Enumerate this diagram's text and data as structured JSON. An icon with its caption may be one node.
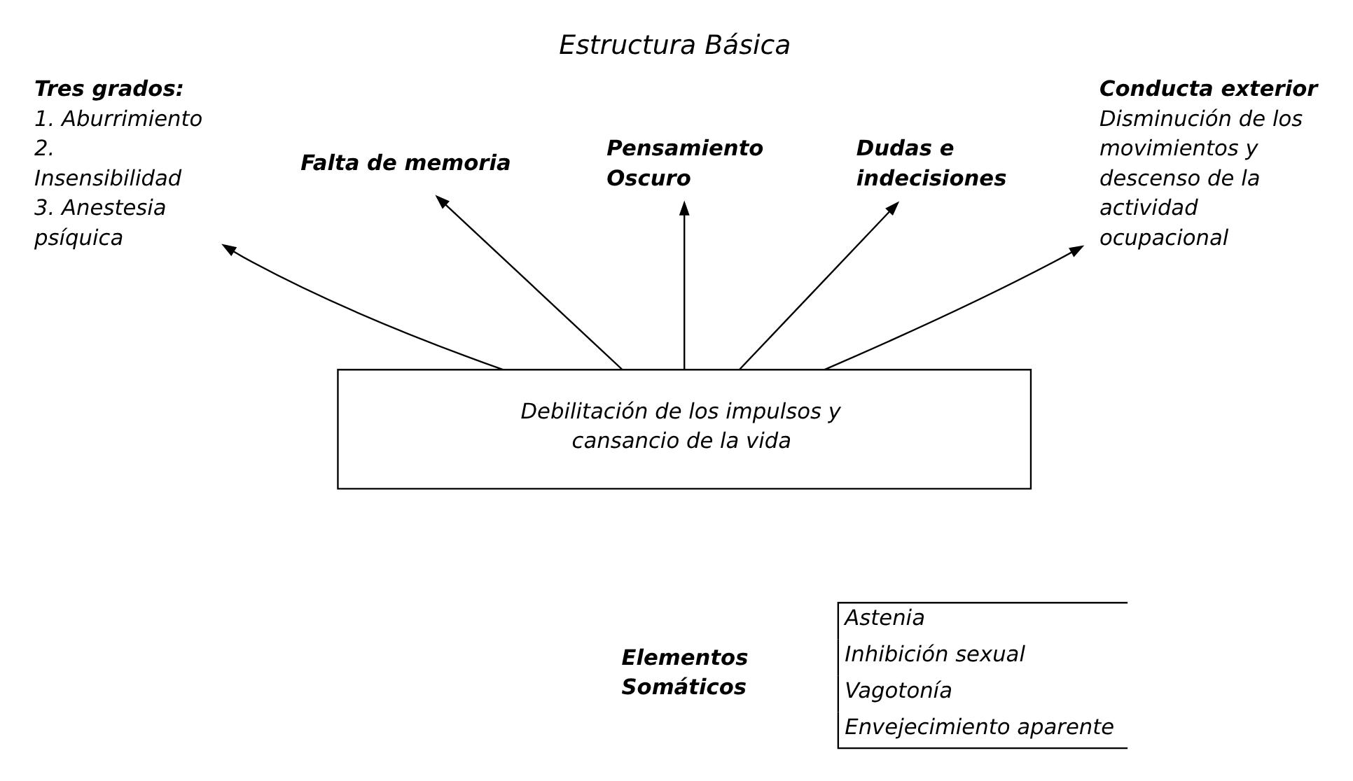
{
  "diagram": {
    "title": "Estructura Básica",
    "nodes": [
      {
        "text": [
          "Debilitación de los impulsos y cansancio de la vida"
        ]
      },
      {
        "text": [
          "Tres grados:",
          "1. Aburrimiento",
          "2. Insensibilidad",
          "3. Anestesia psíquica"
        ]
      },
      {
        "text": [
          "Falta de memoria"
        ]
      },
      {
        "text": [
          "Pensamiento Oscuro"
        ]
      },
      {
        "text": [
          "Dudas e indecisiones"
        ]
      },
      {
        "text": [
          "Conducta exterior",
          "Disminución de los movimientos y descenso de la actividad ocupacional"
        ]
      },
      {
        "text": [
          "Elementos Somáticos"
        ]
      }
    ],
    "edges": [
      {
        "from": 0,
        "to": 1,
        "arrow": "to"
      },
      {
        "from": 0,
        "to": 2,
        "arrow": "to"
      },
      {
        "from": 0,
        "to": 3,
        "arrow": "to"
      },
      {
        "from": 0,
        "to": 4,
        "arrow": "to"
      },
      {
        "from": 0,
        "to": 5,
        "arrow": "to"
      }
    ],
    "labels": [
      "Astenia",
      "Inhibición sexual",
      "Vagotonía",
      "Envejecimiento aparente"
    ]
  }
}
